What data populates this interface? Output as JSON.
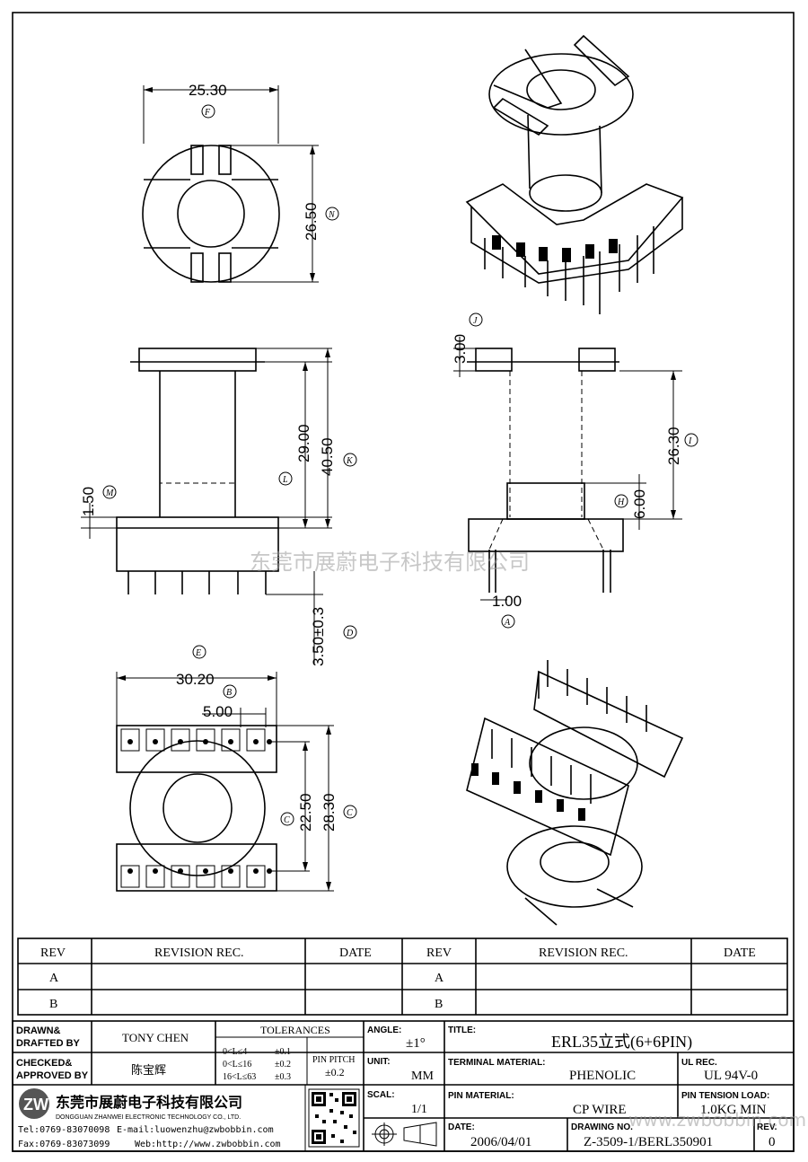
{
  "dims": {
    "d_2530": "25.30",
    "d_2650": "26.50",
    "d_2900": "29.00",
    "d_4050": "40.50",
    "d_150": "1.50",
    "d_350": "3.50±0.3",
    "d_300": "3.00",
    "d_2630": "26.30",
    "d_600": "6.00",
    "d_100": "1.00",
    "d_3020": "30.20",
    "d_500": "5.00",
    "d_2250": "22.50",
    "d_2830": "28.30"
  },
  "markers": {
    "F": "F",
    "N": "N",
    "L": "L",
    "K": "K",
    "M": "M",
    "D": "D",
    "J": "J",
    "I": "I",
    "H": "H",
    "A": "A",
    "E": "E",
    "B": "B",
    "C1": "C",
    "C2": "C"
  },
  "watermark": "东莞市展蔚电子科技有限公司",
  "revision_table": {
    "headers": [
      "REV",
      "REVISION REC.",
      "DATE",
      "REV",
      "REVISION REC.",
      "DATE"
    ],
    "rows": [
      [
        "A",
        "",
        "",
        "A",
        "",
        ""
      ],
      [
        "B",
        "",
        "",
        "B",
        "",
        ""
      ]
    ]
  },
  "title_block": {
    "drawn_label_1": "DRAWN&",
    "drawn_label_2": "DRAFTED BY",
    "drawn_value": "TONY CHEN",
    "checked_label_1": "CHECKED&",
    "checked_label_2": "APPROVED BY",
    "checked_value": "陈宝辉",
    "tolerances_label": "TOLERANCES",
    "tol_rows": [
      [
        "0<L≤4",
        "±0.1"
      ],
      [
        "0<L≤16",
        "±0.2"
      ],
      [
        "16<L≤63",
        "±0.3"
      ]
    ],
    "pin_pitch_label_1": "PIN PITCH",
    "pin_pitch_value": "±0.2",
    "angle_label": "ANGLE:",
    "angle_value": "±1°",
    "unit_label": "UNIT:",
    "unit_value": "MM",
    "scale_label": "SCAL:",
    "scale_value": "1/1",
    "title_label": "TITLE:",
    "title_value": "ERL35立式(6+6PIN)",
    "terminal_label": "TERMINAL MATERIAL:",
    "terminal_value": "PHENOLIC",
    "ul_label": "UL REC.",
    "ul_value": "UL 94V-0",
    "pin_material_label": "PIN MATERIAL:",
    "pin_material_value": "CP WIRE",
    "tension_label": "PIN TENSION LOAD:",
    "tension_value": "1.0KG MIN",
    "date_label": "DATE:",
    "date_value": "2006/04/01",
    "drawing_label": "DRAWING NO.",
    "drawing_value": "Z-3509-1/BERL350901",
    "rev_label": "REV.",
    "rev_value": "0",
    "company_cn": "东莞市展蔚电子科技有限公司",
    "company_en": "DONGGUAN ZHANWEI ELECTRONIC TECHNOLOGY CO., LTD.",
    "tel": "Tel:0769-83070098",
    "email": "E-mail:luowenzhu@zwbobbin.com",
    "fax": "Fax:0769-83073099",
    "web": "Web:http://www.zwbobbin.com",
    "corner_watermark": "www.zwbobbin.com"
  }
}
